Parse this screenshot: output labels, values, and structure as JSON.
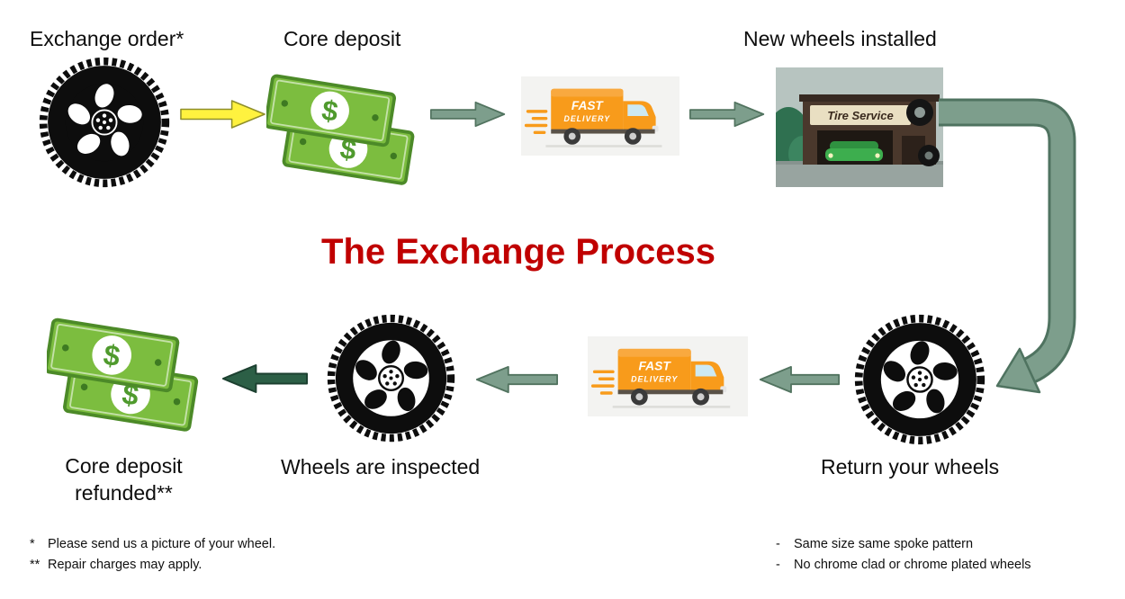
{
  "title": "The Exchange Process",
  "steps": {
    "exchange_order": "Exchange order*",
    "core_deposit": "Core deposit",
    "new_wheels_installed": "New wheels installed",
    "return_your_wheels": "Return your wheels",
    "wheels_inspected": "Wheels are inspected",
    "refund_line1": "Core deposit",
    "refund_line2": "refunded**"
  },
  "truck": {
    "line1": "FAST",
    "line2": "DELIVERY"
  },
  "shop": {
    "sign": "Tire Service"
  },
  "money": {
    "dollar": "$"
  },
  "footnotes": {
    "left": [
      {
        "marker": "*",
        "text": "Please send us a picture of your wheel."
      },
      {
        "marker": "**",
        "text": "Repair charges may apply."
      }
    ],
    "right": [
      {
        "marker": "-",
        "text": "Same size same spoke pattern"
      },
      {
        "marker": "-",
        "text": "No chrome clad or chrome plated wheels"
      }
    ]
  },
  "colors": {
    "title_red": "#C00000",
    "arrow_yellow": "#FFF23F",
    "arrow_green": "#7D9E8C",
    "arrow_dark_green": "#2C5F46",
    "money_green": "#7CBD3F",
    "truck_orange": "#F89B1B"
  }
}
